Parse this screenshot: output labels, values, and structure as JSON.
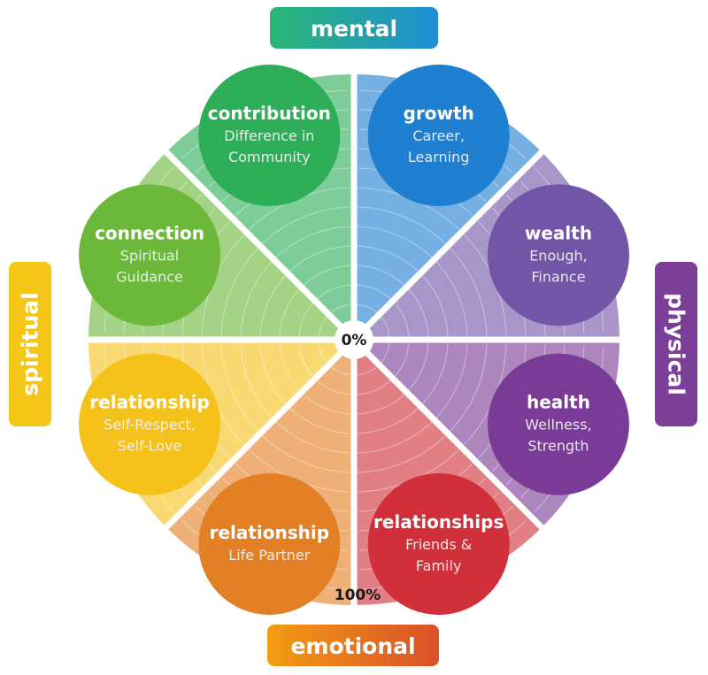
{
  "labels": {
    "center": "0%",
    "outer": "100%"
  },
  "dimensions": {
    "top": "mental",
    "bottom": "emotional",
    "left": "spiritual",
    "right": "physical"
  },
  "colors": {
    "mental": [
      "#2bb673",
      "#1d8fd6"
    ],
    "emotional": [
      "#f39c12",
      "#d9502a"
    ],
    "spiritual": "#f5c518",
    "physical": "#7b3f98"
  },
  "segments": [
    {
      "title": "growth",
      "subtitle": [
        "Career,",
        "Learning"
      ],
      "color": "#1f7fd1"
    },
    {
      "title": "wealth",
      "subtitle": [
        "Enough,",
        "Finance"
      ],
      "color": "#7355a8"
    },
    {
      "title": "health",
      "subtitle": [
        "Wellness,",
        "Strength"
      ],
      "color": "#7a3b96"
    },
    {
      "title": "relationships",
      "subtitle": [
        "Friends &",
        "Family"
      ],
      "color": "#d1303a"
    },
    {
      "title": "relationship",
      "subtitle": [
        "Life Partner"
      ],
      "color": "#e37f24"
    },
    {
      "title": "relationship",
      "subtitle": [
        "Self-Respect,",
        "Self-Love"
      ],
      "color": "#f5c21b"
    },
    {
      "title": "connection",
      "subtitle": [
        "Spiritual",
        "Guidance"
      ],
      "color": "#6cb83a"
    },
    {
      "title": "contribution",
      "subtitle": [
        "Difference in",
        "Community"
      ],
      "color": "#2fae5a"
    }
  ]
}
